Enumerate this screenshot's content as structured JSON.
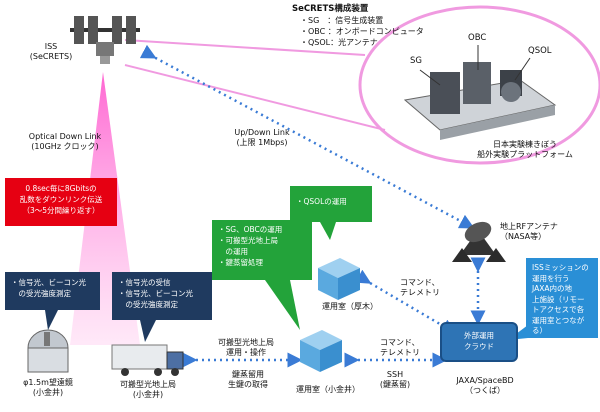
{
  "secrets": {
    "title": "SeCRETS構成装置",
    "items": [
      "・SG　：信号生成装置",
      "・OBC ：オンボードコンピュータ",
      "・QSOL：光アンテナ"
    ]
  },
  "iss": {
    "line1": "ISS",
    "line2": "(SeCRETS)"
  },
  "payload_callouts": {
    "sg": "SG",
    "obc": "OBC",
    "qsol": "QSOL"
  },
  "platform": {
    "line1": "日本実験棟きぼう",
    "line2": "船外実験プラットフォーム"
  },
  "links": {
    "optical_down_1": "Optical Down Link",
    "optical_down_2": "(10GHz クロック)",
    "updown_1": "Up/Down Link",
    "updown_2": "(上限 1Mbps)"
  },
  "red_box": [
    "0.8sec毎に8Gbitsの",
    "乱数をダウンリンク伝送",
    "（3～5分間繰り返す）"
  ],
  "green_qsol": "・QSOLの運用",
  "green_ops": [
    "・SG、OBCの運用",
    "・可搬型光地上局",
    "　の運用",
    "・鍵蒸留処理"
  ],
  "navy_telescope": [
    "・信号光、ビーコン光",
    "　の受光強度測定"
  ],
  "navy_mobile": [
    "・信号光の受信",
    "・信号光、ビーコン光",
    "　の受光強度測定"
  ],
  "blue_box": [
    "ISSミッションの",
    "運用を行う",
    "JAXA内の地",
    "上施設（リモー",
    "トアクセスで各",
    "運用室とつながる）"
  ],
  "ground_antenna": {
    "line1": "地上RFアンテナ",
    "line2": "（NASA等）"
  },
  "atsugi": "運用室（厚木）",
  "koganei": "運用室（小金井）",
  "cmd_atsugi": [
    "コマンド、",
    "テレメトリ"
  ],
  "cmd_koganei": [
    "コマンド、",
    "テレメトリ"
  ],
  "mobile_ops": [
    "可搬型光地上局",
    "運用・操作"
  ],
  "key_transfer": [
    "鍵蒸留用",
    "生鍵の取得"
  ],
  "ssh": [
    "SSH",
    "(鍵蒸留)"
  ],
  "cloud": [
    "外部運用",
    "クラウド"
  ],
  "jaxa": {
    "line1": "JAXA/SpaceBD",
    "line2": "（つくば）"
  },
  "telescope": {
    "line1": "φ1.5m望遠鏡",
    "line2": "(小金井)"
  },
  "mobile_station": {
    "line1": "可搬型光地上局",
    "line2": "(小金井)"
  },
  "colors": {
    "beam": "#ff66cc",
    "ellipse": "#f7a8e6",
    "red": "#e60012",
    "green": "#23a33a",
    "navy": "#1f3a5f",
    "blue": "#2a8fd6",
    "cloud": "#2e74b5",
    "dotted": "#3a7bd5"
  }
}
